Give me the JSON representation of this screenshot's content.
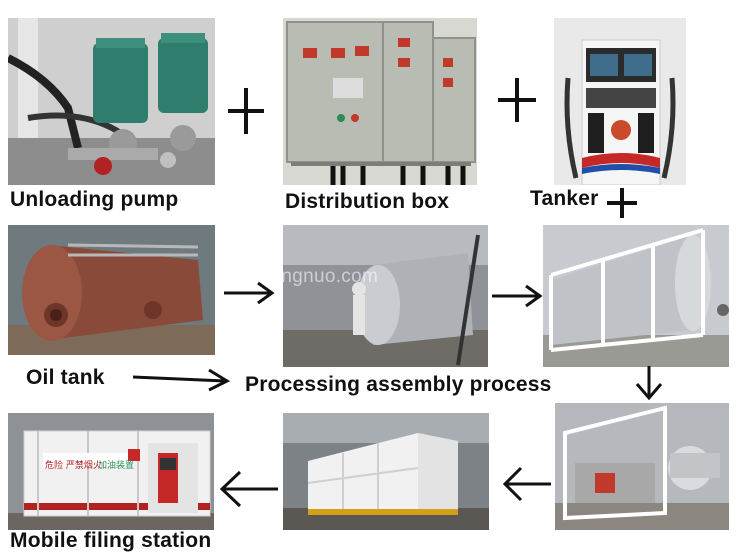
{
  "labels": {
    "unloading_pump": "Unloading pump",
    "distribution_box": "Distribution box",
    "tanker": "Tanker",
    "oil_tank": "Oil tank",
    "processing": "Processing assembly process",
    "mobile_station": "Mobile filing station"
  },
  "watermark": "taianyongnuo.com",
  "station_signs": {
    "sign1": "危险 严禁烟火",
    "sign2": "加油装置"
  },
  "colors": {
    "text": "#111111",
    "pump_green": "#2f7d6d",
    "cabinet_grey": "#b9bcb3",
    "tank_rust": "#8a4a3a",
    "tank_silver": "#bfc3c7",
    "container_white": "#f1f1f1",
    "stripe_red": "#b22222",
    "stripe_green": "#2e8b57"
  }
}
